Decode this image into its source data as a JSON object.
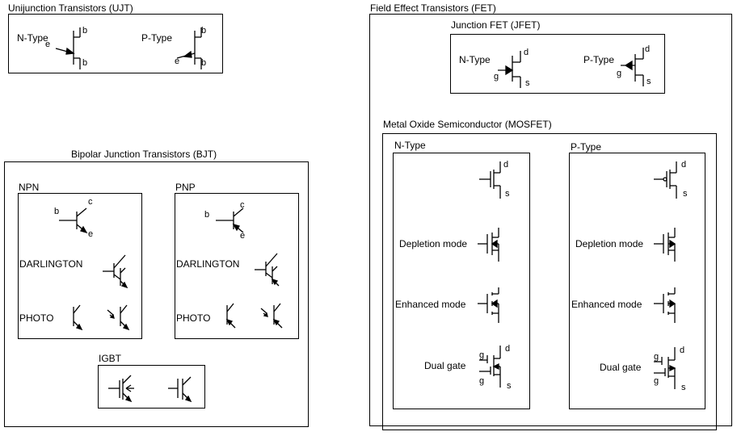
{
  "ujt": {
    "title": "Unijunction Transistors (UJT)",
    "n_type": "N-Type",
    "p_type": "P-Type",
    "emitter": "e",
    "base": "b"
  },
  "bjt": {
    "title": "Bipolar Junction Transistors (BJT)",
    "npn": {
      "title": "NPN",
      "darlington": "DARLINGTON",
      "photo": "PHOTO"
    },
    "pnp": {
      "title": "PNP",
      "darlington": "DARLINGTON",
      "photo": "PHOTO"
    },
    "igbt": {
      "title": "IGBT"
    },
    "base": "b",
    "collector": "c",
    "emitter": "e"
  },
  "fet": {
    "title": "Field Effect Transistors (FET)",
    "jfet": {
      "title": "Junction FET (JFET)",
      "n_type": "N-Type",
      "p_type": "P-Type"
    },
    "mosfet": {
      "title": "Metal Oxide Semiconductor (MOSFET)",
      "n_type": "N-Type",
      "p_type": "P-Type",
      "depletion": "Depletion mode",
      "enhanced": "Enhanced mode",
      "dual_gate": "Dual gate"
    },
    "drain": "d",
    "source": "s",
    "gate": "g"
  }
}
